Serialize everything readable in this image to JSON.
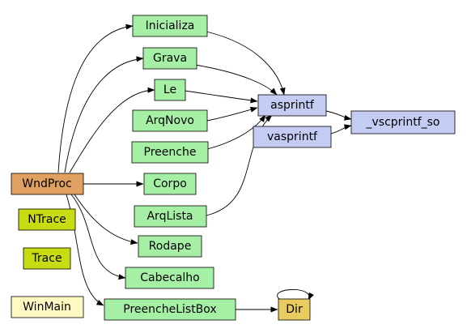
{
  "graph": {
    "nodes": [
      {
        "id": "Inicializa",
        "label": "Inicializa",
        "color": "#a6f0a6"
      },
      {
        "id": "Grava",
        "label": "Grava",
        "color": "#a6f0a6"
      },
      {
        "id": "Le",
        "label": "Le",
        "color": "#a6f0a6"
      },
      {
        "id": "ArqNovo",
        "label": "ArqNovo",
        "color": "#a6f0a6"
      },
      {
        "id": "Preenche",
        "label": "Preenche",
        "color": "#a6f0a6"
      },
      {
        "id": "WndProc",
        "label": "WndProc",
        "color": "#e0a060"
      },
      {
        "id": "Corpo",
        "label": "Corpo",
        "color": "#a6f0a6"
      },
      {
        "id": "NTrace",
        "label": "NTrace",
        "color": "#c8dc14"
      },
      {
        "id": "ArqLista",
        "label": "ArqLista",
        "color": "#a6f0a6"
      },
      {
        "id": "Trace",
        "label": "Trace",
        "color": "#c8dc14"
      },
      {
        "id": "Rodape",
        "label": "Rodape",
        "color": "#a6f0a6"
      },
      {
        "id": "Cabecalho",
        "label": "Cabecalho",
        "color": "#a6f0a6"
      },
      {
        "id": "WinMain",
        "label": "WinMain",
        "color": "#fff8c0"
      },
      {
        "id": "PreencheListBox",
        "label": "PreencheListBox",
        "color": "#a6f0a6"
      },
      {
        "id": "Dir",
        "label": "Dir",
        "color": "#e8cc60"
      },
      {
        "id": "asprintf",
        "label": "asprintf",
        "color": "#c4ccf4"
      },
      {
        "id": "vasprintf",
        "label": "vasprintf",
        "color": "#c4ccf4"
      },
      {
        "id": "_vscprintf_so",
        "label": "_vscprintf_so",
        "color": "#c4ccf4"
      }
    ],
    "edges": [
      {
        "from": "WndProc",
        "to": "Inicializa"
      },
      {
        "from": "WndProc",
        "to": "Grava"
      },
      {
        "from": "WndProc",
        "to": "Le"
      },
      {
        "from": "WndProc",
        "to": "Corpo"
      },
      {
        "from": "WndProc",
        "to": "Rodape"
      },
      {
        "from": "WndProc",
        "to": "Cabecalho"
      },
      {
        "from": "WndProc",
        "to": "PreencheListBox"
      },
      {
        "from": "Inicializa",
        "to": "asprintf"
      },
      {
        "from": "Grava",
        "to": "asprintf"
      },
      {
        "from": "Le",
        "to": "asprintf"
      },
      {
        "from": "ArqNovo",
        "to": "asprintf"
      },
      {
        "from": "Preenche",
        "to": "asprintf"
      },
      {
        "from": "ArqLista",
        "to": "asprintf"
      },
      {
        "from": "asprintf",
        "to": "_vscprintf_so"
      },
      {
        "from": "vasprintf",
        "to": "_vscprintf_so"
      },
      {
        "from": "PreencheListBox",
        "to": "Dir"
      },
      {
        "from": "Dir",
        "to": "Dir"
      }
    ]
  }
}
